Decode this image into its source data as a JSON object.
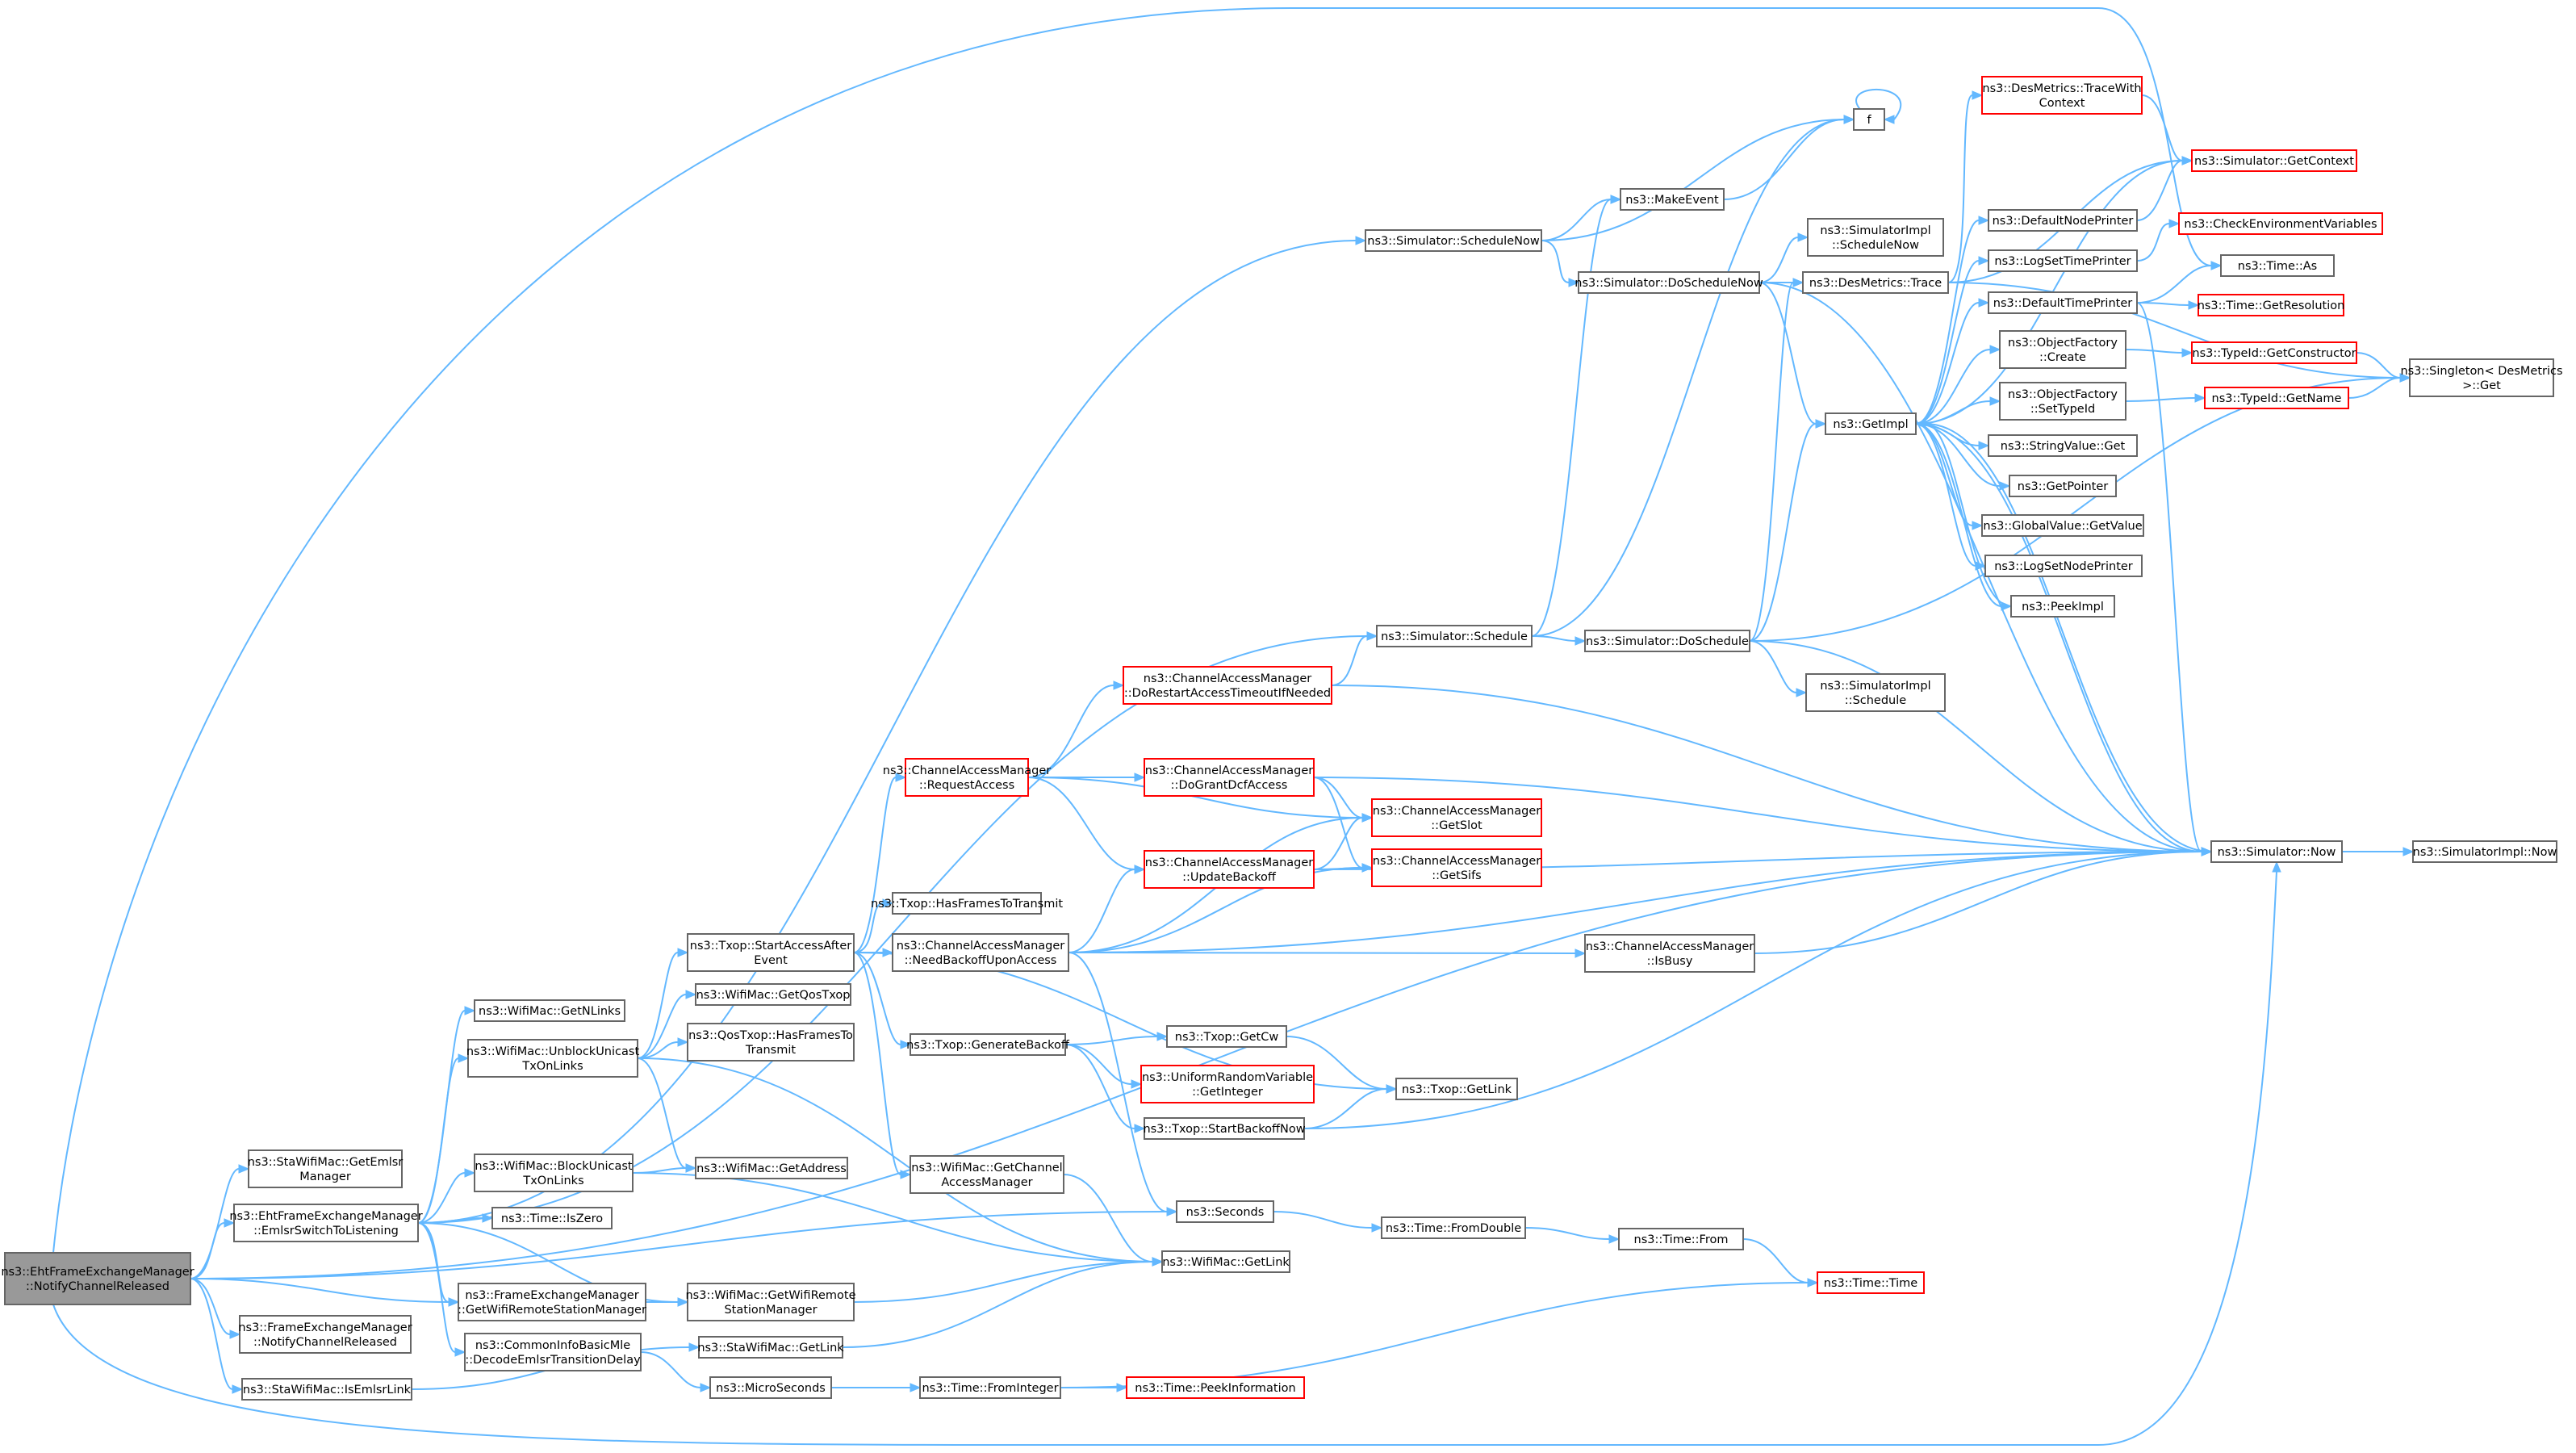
{
  "nodes": [
    {
      "id": "root",
      "kind": "root",
      "lines": [
        "ns3::EhtFrameExchangeManager",
        "::NotifyChannelReleased"
      ]
    },
    {
      "id": "getEmlsrMgr",
      "kind": "normal",
      "lines": [
        "ns3::StaWifiMac::GetEmlsr",
        "Manager"
      ]
    },
    {
      "id": "emlsrSwitch",
      "kind": "normal",
      "lines": [
        "ns3::EhtFrameExchangeManager",
        "::EmlsrSwitchToListening"
      ]
    },
    {
      "id": "femNotify",
      "kind": "normal",
      "lines": [
        "ns3::FrameExchangeManager",
        "::NotifyChannelReleased"
      ]
    },
    {
      "id": "isEmlsrLink",
      "kind": "normal",
      "lines": [
        "ns3::StaWifiMac::IsEmlsrLink"
      ]
    },
    {
      "id": "getNLinks",
      "kind": "normal",
      "lines": [
        "ns3::WifiMac::GetNLinks"
      ]
    },
    {
      "id": "unblock",
      "kind": "normal",
      "lines": [
        "ns3::WifiMac::UnblockUnicast",
        "TxOnLinks"
      ]
    },
    {
      "id": "block",
      "kind": "normal",
      "lines": [
        "ns3::WifiMac::BlockUnicast",
        "TxOnLinks"
      ]
    },
    {
      "id": "isZero",
      "kind": "normal",
      "lines": [
        "ns3::Time::IsZero"
      ]
    },
    {
      "id": "femGetRsm",
      "kind": "normal",
      "lines": [
        "ns3::FrameExchangeManager",
        "::GetWifiRemoteStationManager"
      ]
    },
    {
      "id": "decodeDelay",
      "kind": "normal",
      "lines": [
        "ns3::CommonInfoBasicMle",
        "::DecodeEmlsrTransitionDelay"
      ]
    },
    {
      "id": "startAccess",
      "kind": "normal",
      "lines": [
        "ns3::Txop::StartAccessAfter",
        "Event"
      ]
    },
    {
      "id": "getQosTxop",
      "kind": "normal",
      "lines": [
        "ns3::WifiMac::GetQosTxop"
      ]
    },
    {
      "id": "qosHasFrames",
      "kind": "normal",
      "lines": [
        "ns3::QosTxop::HasFramesTo",
        "Transmit"
      ]
    },
    {
      "id": "getAddress",
      "kind": "normal",
      "lines": [
        "ns3::WifiMac::GetAddress"
      ]
    },
    {
      "id": "macGetRsm",
      "kind": "normal",
      "lines": [
        "ns3::WifiMac::GetWifiRemote",
        "StationManager"
      ]
    },
    {
      "id": "staGetLink",
      "kind": "normal",
      "lines": [
        "ns3::StaWifiMac::GetLink"
      ]
    },
    {
      "id": "microSeconds",
      "kind": "normal",
      "lines": [
        "ns3::MicroSeconds"
      ]
    },
    {
      "id": "requestAccess",
      "kind": "red",
      "lines": [
        "ns3::ChannelAccessManager",
        "::RequestAccess"
      ]
    },
    {
      "id": "txopHasFrames",
      "kind": "normal",
      "lines": [
        "ns3::Txop::HasFramesToTransmit"
      ]
    },
    {
      "id": "needBackoff",
      "kind": "normal",
      "lines": [
        "ns3::ChannelAccessManager",
        "::NeedBackoffUponAccess"
      ]
    },
    {
      "id": "genBackoff",
      "kind": "normal",
      "lines": [
        "ns3::Txop::GenerateBackoff"
      ]
    },
    {
      "id": "getChanMgr",
      "kind": "normal",
      "lines": [
        "ns3::WifiMac::GetChannel",
        "AccessManager"
      ]
    },
    {
      "id": "seconds",
      "kind": "normal",
      "lines": [
        "ns3::Seconds"
      ]
    },
    {
      "id": "macGetLink",
      "kind": "normal",
      "lines": [
        "ns3::WifiMac::GetLink"
      ]
    },
    {
      "id": "fromInteger",
      "kind": "normal",
      "lines": [
        "ns3::Time::FromInteger"
      ]
    },
    {
      "id": "doRestart",
      "kind": "red",
      "lines": [
        "ns3::ChannelAccessManager",
        "::DoRestartAccessTimeoutIfNeeded"
      ]
    },
    {
      "id": "doGrant",
      "kind": "red",
      "lines": [
        "ns3::ChannelAccessManager",
        "::DoGrantDcfAccess"
      ]
    },
    {
      "id": "updateBackoff",
      "kind": "red",
      "lines": [
        "ns3::ChannelAccessManager",
        "::UpdateBackoff"
      ]
    },
    {
      "id": "getCw",
      "kind": "normal",
      "lines": [
        "ns3::Txop::GetCw"
      ]
    },
    {
      "id": "uniformGetInt",
      "kind": "red",
      "lines": [
        "ns3::UniformRandomVariable",
        "::GetInteger"
      ]
    },
    {
      "id": "startBackoffNow",
      "kind": "normal",
      "lines": [
        "ns3::Txop::StartBackoffNow"
      ]
    },
    {
      "id": "fromDouble",
      "kind": "normal",
      "lines": [
        "ns3::Time::FromDouble"
      ]
    },
    {
      "id": "peekInfo",
      "kind": "red",
      "lines": [
        "ns3::Time::PeekInformation"
      ]
    },
    {
      "id": "scheduleNow",
      "kind": "normal",
      "lines": [
        "ns3::Simulator::ScheduleNow"
      ]
    },
    {
      "id": "schedule",
      "kind": "normal",
      "lines": [
        "ns3::Simulator::Schedule"
      ]
    },
    {
      "id": "getSlot",
      "kind": "red",
      "lines": [
        "ns3::ChannelAccessManager",
        "::GetSlot"
      ]
    },
    {
      "id": "getSifs",
      "kind": "red",
      "lines": [
        "ns3::ChannelAccessManager",
        "::GetSifs"
      ]
    },
    {
      "id": "isBusy",
      "kind": "normal",
      "lines": [
        "ns3::ChannelAccessManager",
        "::IsBusy"
      ]
    },
    {
      "id": "txopGetLink",
      "kind": "normal",
      "lines": [
        "ns3::Txop::GetLink"
      ]
    },
    {
      "id": "timeFrom",
      "kind": "normal",
      "lines": [
        "ns3::Time::From"
      ]
    },
    {
      "id": "f",
      "kind": "normal",
      "lines": [
        "f"
      ]
    },
    {
      "id": "makeEvent",
      "kind": "normal",
      "lines": [
        "ns3::MakeEvent"
      ]
    },
    {
      "id": "doScheduleNow",
      "kind": "normal",
      "lines": [
        "ns3::Simulator::DoScheduleNow"
      ]
    },
    {
      "id": "implScheduleNow",
      "kind": "normal",
      "lines": [
        "ns3::SimulatorImpl",
        "::ScheduleNow"
      ]
    },
    {
      "id": "desTrace",
      "kind": "normal",
      "lines": [
        "ns3::DesMetrics::Trace"
      ]
    },
    {
      "id": "doSchedule",
      "kind": "normal",
      "lines": [
        "ns3::Simulator::DoSchedule"
      ]
    },
    {
      "id": "implSchedule",
      "kind": "normal",
      "lines": [
        "ns3::SimulatorImpl",
        "::Schedule"
      ]
    },
    {
      "id": "timeTime",
      "kind": "red",
      "lines": [
        "ns3::Time::Time"
      ]
    },
    {
      "id": "getImpl",
      "kind": "normal",
      "lines": [
        "ns3::GetImpl"
      ]
    },
    {
      "id": "traceWithCtx",
      "kind": "red",
      "lines": [
        "ns3::DesMetrics::TraceWith",
        "Context"
      ]
    },
    {
      "id": "getContext",
      "kind": "red",
      "lines": [
        "ns3::Simulator::GetContext"
      ]
    },
    {
      "id": "defNodePrinter",
      "kind": "normal",
      "lines": [
        "ns3::DefaultNodePrinter"
      ]
    },
    {
      "id": "checkEnv",
      "kind": "red",
      "lines": [
        "ns3::CheckEnvironmentVariables"
      ]
    },
    {
      "id": "logSetTime",
      "kind": "normal",
      "lines": [
        "ns3::LogSetTimePrinter"
      ]
    },
    {
      "id": "timeAs",
      "kind": "normal",
      "lines": [
        "ns3::Time::As"
      ]
    },
    {
      "id": "defTimePrinter",
      "kind": "normal",
      "lines": [
        "ns3::DefaultTimePrinter"
      ]
    },
    {
      "id": "getResolution",
      "kind": "red",
      "lines": [
        "ns3::Time::GetResolution"
      ]
    },
    {
      "id": "ofCreate",
      "kind": "normal",
      "lines": [
        "ns3::ObjectFactory",
        "::Create"
      ]
    },
    {
      "id": "getConstructor",
      "kind": "red",
      "lines": [
        "ns3::TypeId::GetConstructor"
      ]
    },
    {
      "id": "singletonGet",
      "kind": "normal",
      "lines": [
        "ns3::Singleton< DesMetrics",
        ">::Get"
      ]
    },
    {
      "id": "ofSetTypeId",
      "kind": "normal",
      "lines": [
        "ns3::ObjectFactory",
        "::SetTypeId"
      ]
    },
    {
      "id": "typeGetName",
      "kind": "red",
      "lines": [
        "ns3::TypeId::GetName"
      ]
    },
    {
      "id": "strGet",
      "kind": "normal",
      "lines": [
        "ns3::StringValue::Get"
      ]
    },
    {
      "id": "getPointer",
      "kind": "normal",
      "lines": [
        "ns3::GetPointer"
      ]
    },
    {
      "id": "globalGetValue",
      "kind": "normal",
      "lines": [
        "ns3::GlobalValue::GetValue"
      ]
    },
    {
      "id": "logSetNode",
      "kind": "normal",
      "lines": [
        "ns3::LogSetNodePrinter"
      ]
    },
    {
      "id": "peekImpl",
      "kind": "normal",
      "lines": [
        "ns3::PeekImpl"
      ]
    },
    {
      "id": "simNow",
      "kind": "normal",
      "lines": [
        "ns3::Simulator::Now"
      ]
    },
    {
      "id": "implNow",
      "kind": "normal",
      "lines": [
        "ns3::SimulatorImpl::Now"
      ]
    }
  ],
  "edges": [
    [
      "root",
      "getEmlsrMgr"
    ],
    [
      "root",
      "emlsrSwitch"
    ],
    [
      "root",
      "femNotify"
    ],
    [
      "root",
      "isEmlsrLink"
    ],
    [
      "root",
      "femGetRsm"
    ],
    [
      "root",
      "seconds"
    ],
    [
      "root",
      "simNow"
    ],
    [
      "emlsrSwitch",
      "getNLinks"
    ],
    [
      "emlsrSwitch",
      "unblock"
    ],
    [
      "emlsrSwitch",
      "block"
    ],
    [
      "emlsrSwitch",
      "isZero"
    ],
    [
      "emlsrSwitch",
      "femGetRsm"
    ],
    [
      "emlsrSwitch",
      "decodeDelay"
    ],
    [
      "emlsrSwitch",
      "macGetRsm"
    ],
    [
      "emlsrSwitch",
      "schedule"
    ],
    [
      "emlsrSwitch",
      "scheduleNow"
    ],
    [
      "unblock",
      "startAccess"
    ],
    [
      "unblock",
      "getQosTxop"
    ],
    [
      "unblock",
      "qosHasFrames"
    ],
    [
      "unblock",
      "getAddress"
    ],
    [
      "unblock",
      "macGetLink"
    ],
    [
      "block",
      "getAddress"
    ],
    [
      "block",
      "macGetLink"
    ],
    [
      "femGetRsm",
      "macGetRsm"
    ],
    [
      "macGetRsm",
      "macGetLink"
    ],
    [
      "decodeDelay",
      "microSeconds"
    ],
    [
      "isEmlsrLink",
      "staGetLink"
    ],
    [
      "staGetLink",
      "macGetLink"
    ],
    [
      "microSeconds",
      "fromInteger"
    ],
    [
      "fromInteger",
      "peekInfo"
    ],
    [
      "fromInteger",
      "timeTime"
    ],
    [
      "startAccess",
      "requestAccess"
    ],
    [
      "startAccess",
      "txopHasFrames"
    ],
    [
      "startAccess",
      "needBackoff"
    ],
    [
      "startAccess",
      "genBackoff"
    ],
    [
      "startAccess",
      "getChanMgr"
    ],
    [
      "startAccess",
      "txopGetLink"
    ],
    [
      "requestAccess",
      "doRestart"
    ],
    [
      "requestAccess",
      "doGrant"
    ],
    [
      "requestAccess",
      "updateBackoff"
    ],
    [
      "requestAccess",
      "getSlot"
    ],
    [
      "needBackoff",
      "updateBackoff"
    ],
    [
      "needBackoff",
      "getSlot"
    ],
    [
      "needBackoff",
      "getSifs"
    ],
    [
      "needBackoff",
      "isBusy"
    ],
    [
      "needBackoff",
      "simNow"
    ],
    [
      "needBackoff",
      "seconds"
    ],
    [
      "genBackoff",
      "getCw"
    ],
    [
      "genBackoff",
      "uniformGetInt"
    ],
    [
      "genBackoff",
      "startBackoffNow"
    ],
    [
      "getChanMgr",
      "macGetLink"
    ],
    [
      "getCw",
      "txopGetLink"
    ],
    [
      "startBackoffNow",
      "txopGetLink"
    ],
    [
      "startBackoffNow",
      "simNow"
    ],
    [
      "seconds",
      "fromDouble"
    ],
    [
      "fromDouble",
      "timeFrom"
    ],
    [
      "timeFrom",
      "timeTime"
    ],
    [
      "doRestart",
      "schedule"
    ],
    [
      "doRestart",
      "simNow"
    ],
    [
      "doGrant",
      "getSlot"
    ],
    [
      "doGrant",
      "getSifs"
    ],
    [
      "doGrant",
      "simNow"
    ],
    [
      "updateBackoff",
      "getSlot"
    ],
    [
      "updateBackoff",
      "getSifs"
    ],
    [
      "updateBackoff",
      "simNow"
    ],
    [
      "isBusy",
      "simNow"
    ],
    [
      "schedule",
      "doSchedule"
    ],
    [
      "schedule",
      "makeEvent"
    ],
    [
      "schedule",
      "f"
    ],
    [
      "scheduleNow",
      "makeEvent"
    ],
    [
      "scheduleNow",
      "f"
    ],
    [
      "scheduleNow",
      "doScheduleNow"
    ],
    [
      "makeEvent",
      "f"
    ],
    [
      "f",
      "f"
    ],
    [
      "doScheduleNow",
      "implScheduleNow"
    ],
    [
      "doScheduleNow",
      "desTrace"
    ],
    [
      "doScheduleNow",
      "getImpl"
    ],
    [
      "doScheduleNow",
      "simNow"
    ],
    [
      "doSchedule",
      "implSchedule"
    ],
    [
      "doSchedule",
      "desTrace"
    ],
    [
      "doSchedule",
      "getImpl"
    ],
    [
      "doSchedule",
      "simNow"
    ],
    [
      "doSchedule",
      "singletonGet"
    ],
    [
      "desTrace",
      "traceWithCtx"
    ],
    [
      "desTrace",
      "getContext"
    ],
    [
      "desTrace",
      "singletonGet"
    ],
    [
      "traceWithCtx",
      "getContext"
    ],
    [
      "getImpl",
      "getContext"
    ],
    [
      "getImpl",
      "defNodePrinter"
    ],
    [
      "getImpl",
      "logSetTime"
    ],
    [
      "getImpl",
      "defTimePrinter"
    ],
    [
      "getImpl",
      "ofCreate"
    ],
    [
      "getImpl",
      "ofSetTypeId"
    ],
    [
      "getImpl",
      "strGet"
    ],
    [
      "getImpl",
      "getPointer"
    ],
    [
      "getImpl",
      "globalGetValue"
    ],
    [
      "getImpl",
      "logSetNode"
    ],
    [
      "getImpl",
      "peekImpl"
    ],
    [
      "getImpl",
      "simNow"
    ],
    [
      "defNodePrinter",
      "getContext"
    ],
    [
      "logSetTime",
      "checkEnv"
    ],
    [
      "defTimePrinter",
      "timeAs"
    ],
    [
      "defTimePrinter",
      "getResolution"
    ],
    [
      "defTimePrinter",
      "simNow"
    ],
    [
      "ofCreate",
      "getConstructor"
    ],
    [
      "getConstructor",
      "singletonGet"
    ],
    [
      "ofSetTypeId",
      "typeGetName"
    ],
    [
      "typeGetName",
      "singletonGet"
    ],
    [
      "simNow",
      "implNow"
    ],
    [
      "simNow",
      "getImpl"
    ],
    [
      "peekImpl",
      "getImpl"
    ]
  ]
}
